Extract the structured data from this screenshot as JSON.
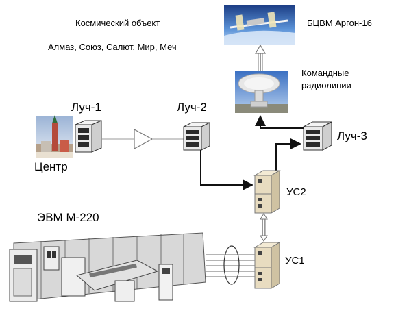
{
  "space_object": {
    "title": "Космический объект",
    "names": "Алмаз, Союз, Салют, Мир, Меч"
  },
  "onboard_computer": "БЦВМ Аргон-16",
  "command_radio": {
    "line1": "Командные",
    "line2": "радиолинии"
  },
  "nodes": {
    "luch1": "Луч-1",
    "luch2": "Луч-2",
    "luch3": "Луч-3",
    "center": "Центр",
    "us1": "УС1",
    "us2": "УС2"
  },
  "computer": "ЭВМ М-220",
  "colors": {
    "line": "#111111",
    "thin_line": "#999999",
    "server_face": "#e9e9e9",
    "server_dark": "#2b2b2b",
    "crate": "#e8dcc0",
    "sky": "#4d84c9",
    "mainframe": "#d8d8d8"
  }
}
